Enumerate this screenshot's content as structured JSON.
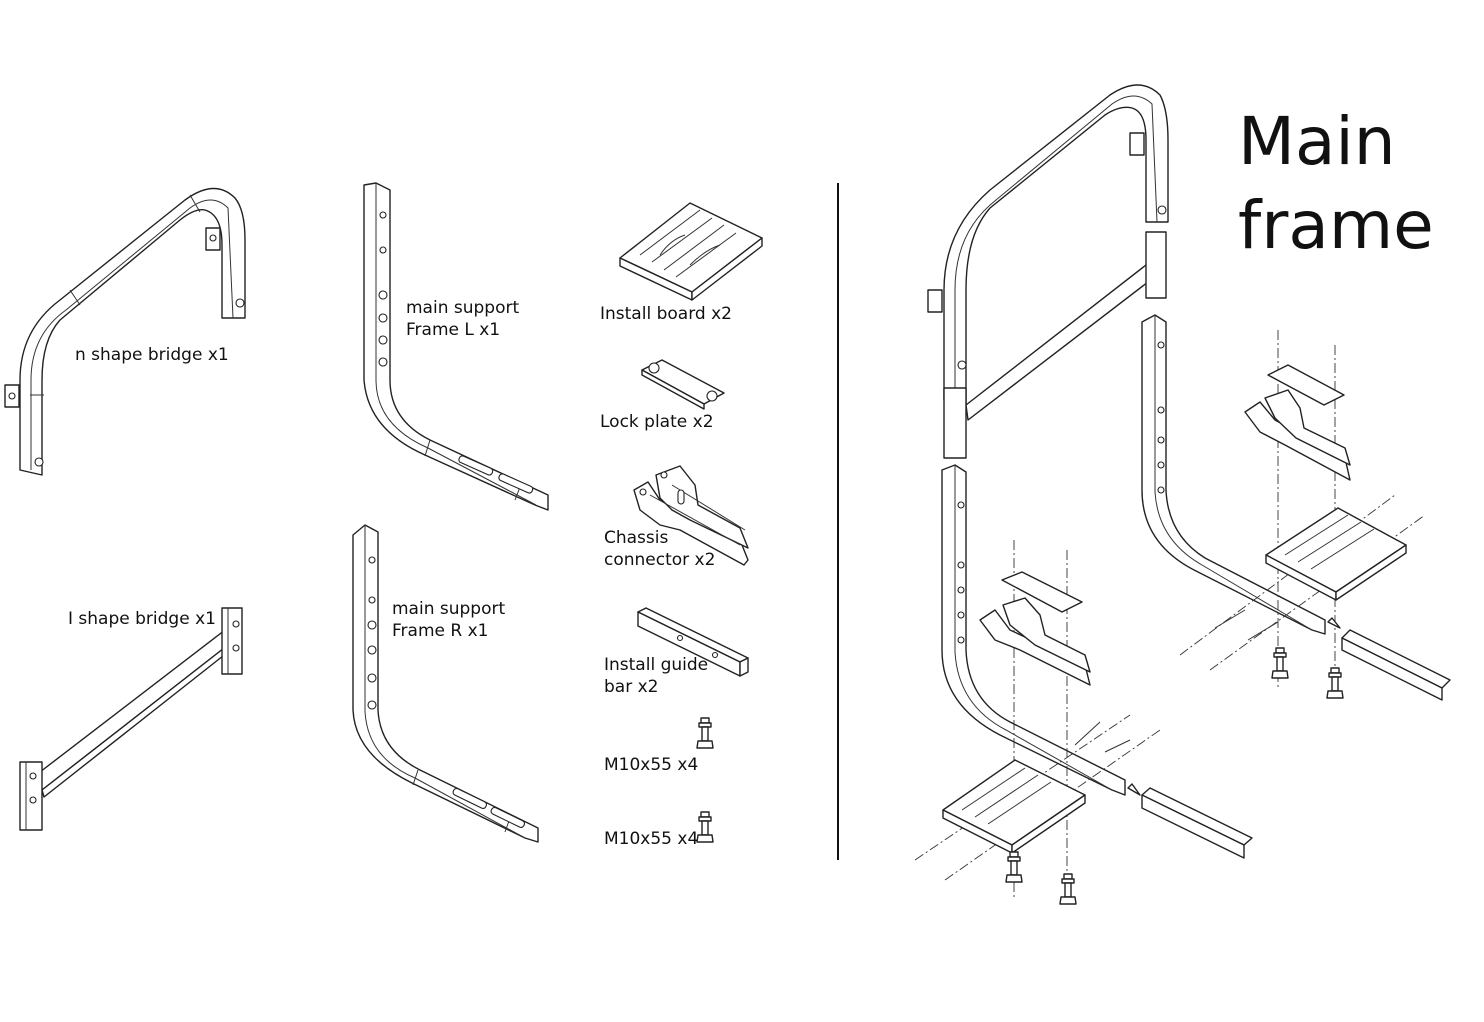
{
  "title": "Main\nframe",
  "parts": [
    {
      "id": "n-shape-bridge",
      "label": "n shape bridge x1"
    },
    {
      "id": "i-shape-bridge",
      "label": "I shape bridge x1"
    },
    {
      "id": "frame-l",
      "label": "main support\nFrame L x1"
    },
    {
      "id": "frame-r",
      "label": "main support\nFrame R x1"
    },
    {
      "id": "install-board",
      "label": "Install board x2"
    },
    {
      "id": "lock-plate",
      "label": "Lock plate x2"
    },
    {
      "id": "chassis-connector",
      "label": "Chassis\nconnector x2"
    },
    {
      "id": "install-guide-bar",
      "label": "Install guide\nbar x2"
    },
    {
      "id": "bolt-a",
      "label": "M10x55 x4"
    },
    {
      "id": "bolt-b",
      "label": "M10x55 x4"
    }
  ]
}
